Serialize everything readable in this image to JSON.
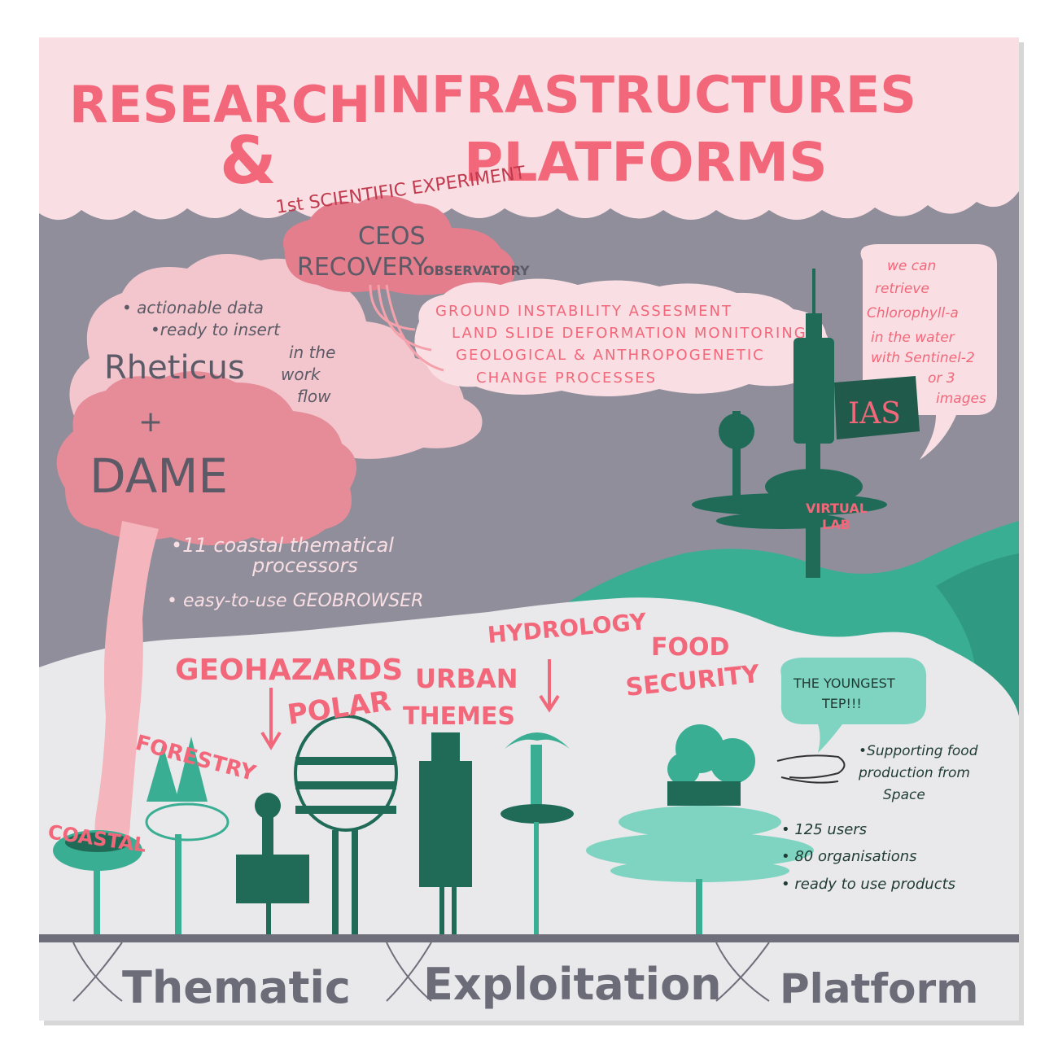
{
  "colors": {
    "pink": "#f2677a",
    "pink_light": "#f9dfe3",
    "pink_cloud": "#e99aa5",
    "gray_sky": "#8f8e9a",
    "teal": "#3aae93",
    "teal_dark": "#1f6b57",
    "teal_light": "#7fd3c1",
    "ground": "#e9e9ec",
    "text_gray": "#6c6b78"
  },
  "title": {
    "line1_a": "RESEARCH",
    "line1_b": "INFRASTRUCTURES",
    "amp": "&",
    "line2": "PLATFORMS"
  },
  "ceos": {
    "arc": "1st SCIENTIFIC EXPERIMENT",
    "name": "CEOS",
    "recovery": "RECOVERY",
    "observatory": "OBSERVATORY",
    "items": [
      "GROUND INSTABILITY ASSESMENT",
      "LAND SLIDE DEFORMATION MONITORING",
      "GEOLOGICAL & ANTHROPOGENETIC",
      "CHANGE PROCESSES"
    ]
  },
  "rheticus": {
    "name": "Rheticus",
    "bullet1": "• actionable data",
    "bullet2": "•ready to insert",
    "cont1": "in the",
    "cont2": "work",
    "cont3": "flow",
    "plus": "+",
    "dame": "DAME",
    "dame_b1_a": "•11 coastal thematical",
    "dame_b1_b": "processors",
    "dame_b2": "• easy-to-use GEOBROWSER"
  },
  "ias": {
    "flag": "IAS",
    "lab1": "VIRTUAL",
    "lab2": "LAB",
    "bubble": [
      "we can",
      "retrieve",
      "Chlorophyll-a",
      "in the water",
      "with Sentinel-2",
      "or 3",
      "images"
    ]
  },
  "themes": {
    "coastal": "COASTAL",
    "forestry": "FORESTRY",
    "geohazards": "GEOHAZARDS",
    "polar": "POLAR",
    "urban1": "URBAN",
    "urban2": "THEMES",
    "hydrology": "HYDROLOGY",
    "food1": "FOOD",
    "food2": "SECURITY"
  },
  "food": {
    "bubble1": "THE YOUNGEST",
    "bubble2": "TEP!!!",
    "s1": "•Supporting food",
    "s2": "production from",
    "s3": "Space",
    "b1": "• 125 users",
    "b2": "• 80 organisations",
    "b3": "• ready to use products"
  },
  "footer": {
    "w1": "Thematic",
    "w2": "Exploitation",
    "w3": "Platform"
  }
}
